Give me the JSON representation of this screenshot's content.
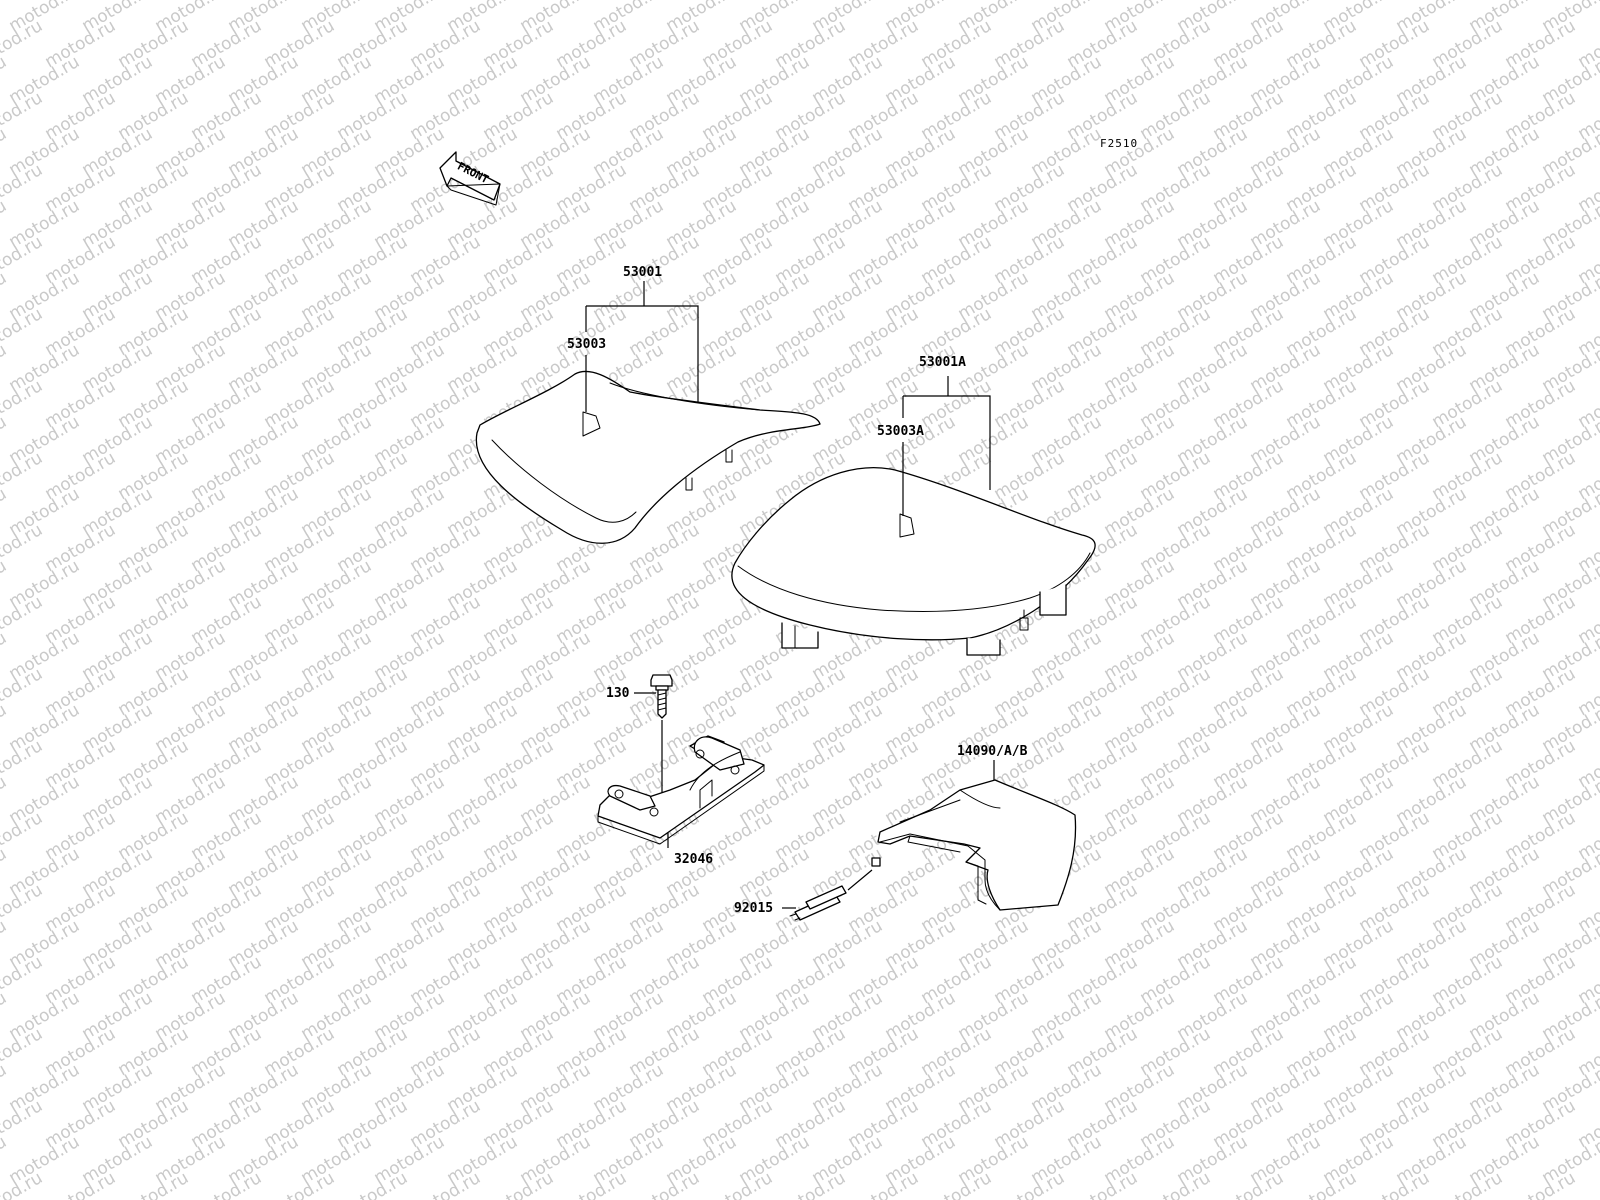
{
  "figure_code": "F2510",
  "front_label": "FRONT",
  "watermark_text": "motod.ru",
  "callouts": {
    "front_seat_assy": "53001",
    "front_seat_cover": "53003",
    "rear_seat_assy": "53001A",
    "rear_seat_cover": "53003A",
    "bolt": "130",
    "bracket": "32046",
    "seat_cowl": "14090/A/B",
    "fastener": "92015"
  },
  "colors": {
    "line": "#000000",
    "watermark": "#c9c9c9",
    "background": "#ffffff"
  }
}
